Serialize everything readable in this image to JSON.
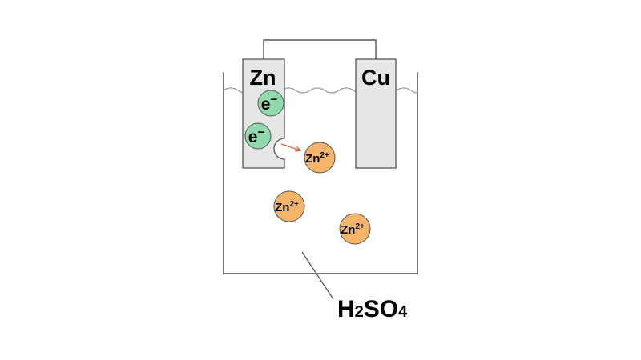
{
  "diagram": {
    "electrodes": {
      "zinc": {
        "label": "Zn"
      },
      "copper": {
        "label": "Cu"
      }
    },
    "electron": {
      "symbol": "e",
      "charge": "−"
    },
    "zinc_ion": {
      "symbol": "Zn",
      "charge": "2+"
    },
    "solution": {
      "label_parts": [
        "H",
        "2",
        "SO",
        "4"
      ]
    },
    "colors": {
      "electrode_fill": "#e6e6e6",
      "electron_fill": "#8fd9ad",
      "ion_fill": "#f4b56b",
      "arrow": "#e8643c",
      "outline": "#555555"
    }
  }
}
